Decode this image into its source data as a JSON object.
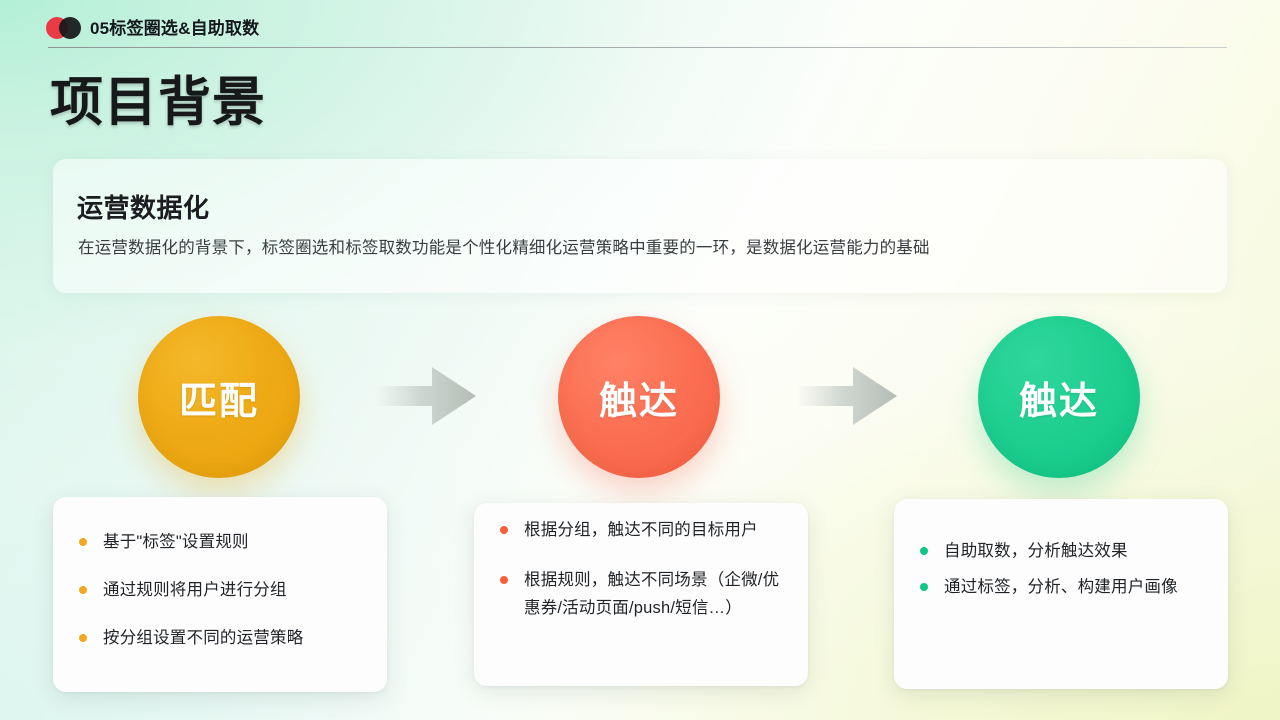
{
  "header": {
    "logo_icon": "two-overlapping-circles-logo",
    "logo_colors": {
      "left": "#ea3b45",
      "right": "#17181a"
    },
    "title": "05标签圈选&自助取数"
  },
  "page_title": "项目背景",
  "intro": {
    "heading": "运营数据化",
    "body": "在运营数据化的背景下，标签圈选和标签取数功能是个性化精细化运营策略中重要的一环，是数据化运营能力的基础"
  },
  "flow": {
    "steps": [
      {
        "label": "匹配",
        "color": "#efab16"
      },
      {
        "label": "触达",
        "color": "#fb6f52"
      },
      {
        "label": "触达",
        "color": "#10c685"
      }
    ],
    "arrows": [
      {
        "icon": "arrow-right-icon",
        "color": "#b9c1bd"
      },
      {
        "icon": "arrow-right-icon",
        "color": "#b9c1bd"
      }
    ]
  },
  "cards": [
    {
      "bullet_color": "#f5a623",
      "items": [
        "基于\"标签\"设置规则",
        "通过规则将用户进行分组",
        "按分组设置不同的运营策略"
      ]
    },
    {
      "bullet_color": "#f8603c",
      "items": [
        "根据分组，触达不同的目标用户",
        "根据规则，触达不同场景（企微/优惠券/活动页面/push/短信…）"
      ]
    },
    {
      "bullet_color": "#10c685",
      "items": [
        "自助取数，分析触达效果",
        "通过标签，分析、构建用户画像"
      ]
    }
  ],
  "theme": {
    "background_top_left": "#b3f0d8",
    "background_bottom_right": "#f0f5c6",
    "text_primary": "#17181a",
    "text_body": "#3a3e42"
  }
}
